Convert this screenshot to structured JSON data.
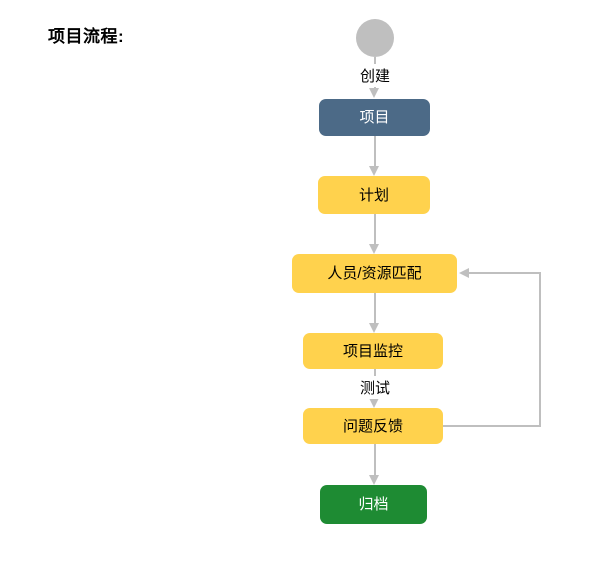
{
  "title": "项目流程:",
  "diagram": {
    "start_node": {
      "shape": "circle",
      "color": "#BFBFBF"
    },
    "nodes": [
      {
        "id": "project",
        "label": "项目",
        "color": "#4C6A87",
        "text_color": "#FFFFFF"
      },
      {
        "id": "plan",
        "label": "计划",
        "color": "#FFD24D",
        "text_color": "#000000"
      },
      {
        "id": "match",
        "label": "人员/资源匹配",
        "color": "#FFD24D",
        "text_color": "#000000"
      },
      {
        "id": "monitor",
        "label": "项目监控",
        "color": "#FFD24D",
        "text_color": "#000000"
      },
      {
        "id": "feedback",
        "label": "问题反馈",
        "color": "#FFD24D",
        "text_color": "#000000"
      },
      {
        "id": "archive",
        "label": "归档",
        "color": "#1E8B33",
        "text_color": "#FFFFFF"
      }
    ],
    "edges": [
      {
        "from": "start",
        "to": "project",
        "label": "创建"
      },
      {
        "from": "project",
        "to": "plan",
        "label": ""
      },
      {
        "from": "plan",
        "to": "match",
        "label": ""
      },
      {
        "from": "match",
        "to": "monitor",
        "label": ""
      },
      {
        "from": "monitor",
        "to": "feedback",
        "label": "测试"
      },
      {
        "from": "feedback",
        "to": "archive",
        "label": ""
      },
      {
        "from": "feedback",
        "to": "match",
        "label": "",
        "type": "loop-back"
      }
    ],
    "edge_labels": {
      "create": "创建",
      "test": "测试"
    },
    "connector_color": "#BFBFBF"
  }
}
